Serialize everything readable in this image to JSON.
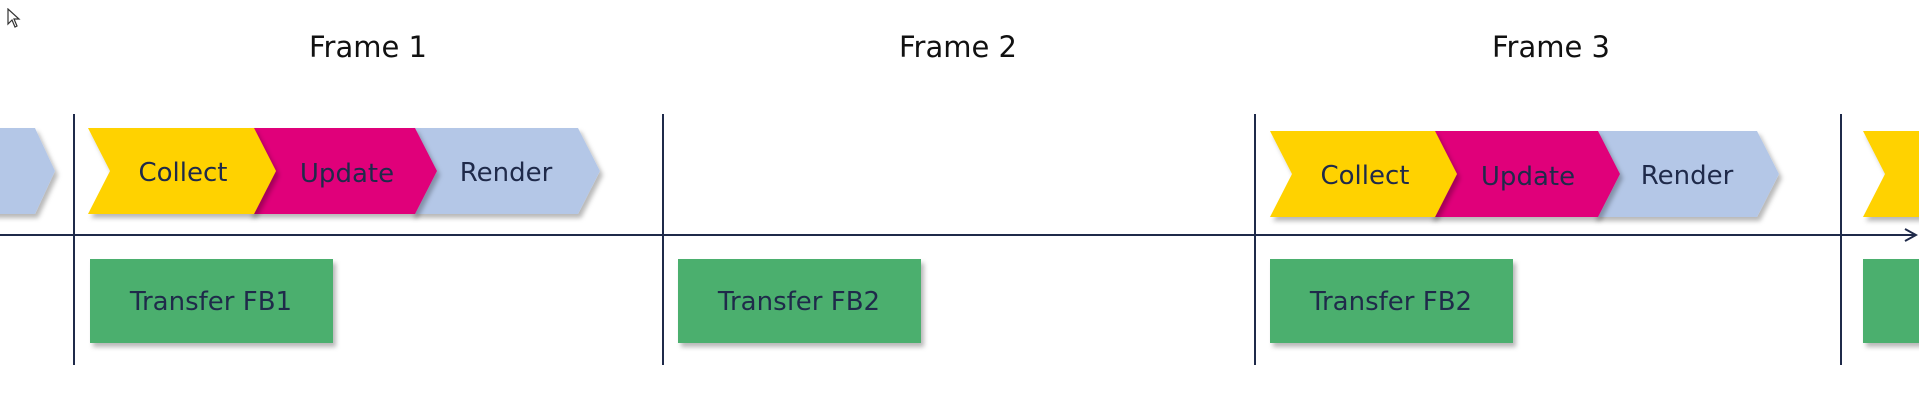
{
  "frames": [
    {
      "title": "Frame 1"
    },
    {
      "title": "Frame 2"
    },
    {
      "title": "Frame 3"
    }
  ],
  "stages": {
    "collect": "Collect",
    "update": "Update",
    "render": "Render"
  },
  "transfers": {
    "fb1": "Transfer FB1",
    "fb2a": "Transfer FB2",
    "fb2b": "Transfer FB2"
  },
  "colors": {
    "collect": "#FFD200",
    "update": "#E0007A",
    "render": "#B4C7E7",
    "transfer": "#4CAF6E",
    "axis": "#1f2a4a"
  }
}
